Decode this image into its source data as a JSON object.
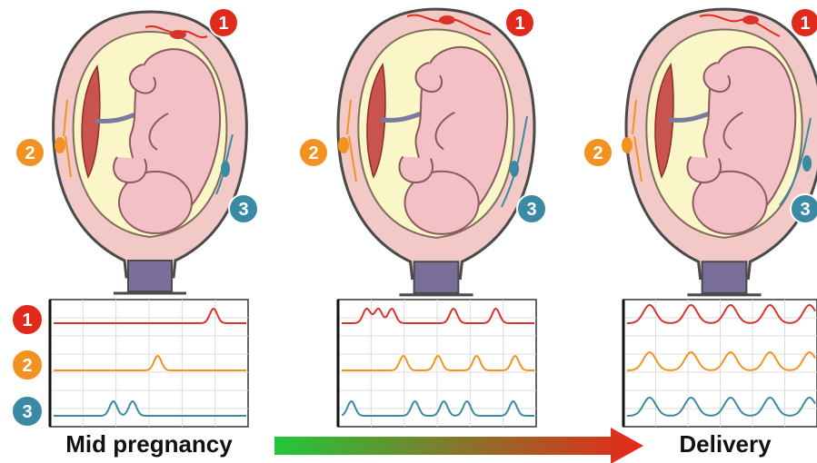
{
  "stages": [
    {
      "id": "mid",
      "caption": "Mid pregnancy",
      "traces": [
        {
          "badge": "1",
          "color": "#d9342b",
          "peaks": [
            0.83
          ]
        },
        {
          "badge": "2",
          "color": "#f0961e",
          "peaks": [
            0.54
          ]
        },
        {
          "badge": "3",
          "color": "#3b8aa3",
          "peaks": [
            0.31,
            0.41
          ]
        }
      ]
    },
    {
      "id": "middle",
      "caption": "",
      "traces": [
        {
          "badge": "",
          "color": "#d9342b",
          "peaks": [
            0.13,
            0.19,
            0.26,
            0.58,
            0.8
          ]
        },
        {
          "badge": "",
          "color": "#f0961e",
          "peaks": [
            0.32,
            0.5,
            0.7,
            0.9
          ]
        },
        {
          "badge": "",
          "color": "#3b8aa3",
          "peaks": [
            0.05,
            0.38,
            0.53,
            0.65,
            0.89
          ]
        }
      ]
    },
    {
      "id": "delivery",
      "caption": "Delivery",
      "traces": [
        {
          "badge": "",
          "color": "#d9342b",
          "peaks": [
            0.12,
            0.34,
            0.55,
            0.76,
            0.97
          ]
        },
        {
          "badge": "",
          "color": "#f0961e",
          "peaks": [
            0.12,
            0.34,
            0.55,
            0.76,
            0.97
          ]
        },
        {
          "badge": "",
          "color": "#3b8aa3",
          "peaks": [
            0.12,
            0.34,
            0.55,
            0.76,
            0.97
          ]
        }
      ]
    }
  ],
  "badges": [
    {
      "number": "1",
      "color": "#e02a1c"
    },
    {
      "number": "2",
      "color": "#f39220"
    },
    {
      "number": "3",
      "color": "#3a8aa5"
    }
  ],
  "arrow": {
    "start_color": "#22c73a",
    "end_color": "#e8271a"
  },
  "colors": {
    "uterus_wall": "#f2c9c6",
    "uterus_outline": "#4a4a4a",
    "amniotic": "#fbf6c8",
    "fetus": "#f3c1c5",
    "fetus_shadow": "#e0a1a8",
    "placenta": "#c9534e",
    "cervix": "#7a6f9a"
  }
}
